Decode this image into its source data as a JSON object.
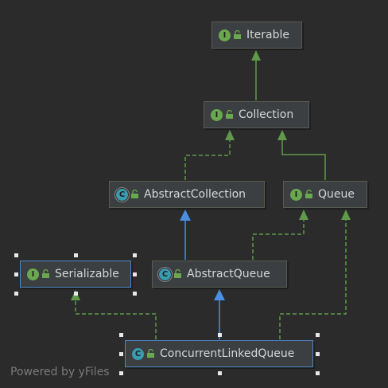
{
  "diagram": {
    "nodes": {
      "iterable": {
        "label": "Iterable",
        "badge": "I",
        "kind": "interface"
      },
      "collection": {
        "label": "Collection",
        "badge": "I",
        "kind": "interface"
      },
      "abstract_collection": {
        "label": "AbstractCollection",
        "badge": "C",
        "kind": "abstract-class"
      },
      "queue": {
        "label": "Queue",
        "badge": "I",
        "kind": "interface"
      },
      "serializable": {
        "label": "Serializable",
        "badge": "I",
        "kind": "interface"
      },
      "abstract_queue": {
        "label": "AbstractQueue",
        "badge": "C",
        "kind": "abstract-class"
      },
      "concurrent_linked_queue": {
        "label": "ConcurrentLinkedQueue",
        "badge": "C",
        "kind": "class"
      }
    },
    "edges": [
      {
        "from": "collection",
        "to": "iterable",
        "type": "extends"
      },
      {
        "from": "abstract_collection",
        "to": "collection",
        "type": "implements"
      },
      {
        "from": "queue",
        "to": "collection",
        "type": "extends"
      },
      {
        "from": "abstract_queue",
        "to": "abstract_collection",
        "type": "extends-class"
      },
      {
        "from": "abstract_queue",
        "to": "queue",
        "type": "implements"
      },
      {
        "from": "concurrent_linked_queue",
        "to": "abstract_queue",
        "type": "extends-class"
      },
      {
        "from": "concurrent_linked_queue",
        "to": "queue",
        "type": "implements"
      },
      {
        "from": "concurrent_linked_queue",
        "to": "serializable",
        "type": "implements"
      }
    ],
    "colors": {
      "interface_edge": "#5f9a4a",
      "class_edge": "#4a8fe0",
      "node_bg": "#3c3f41",
      "background": "#2b2b2b"
    }
  },
  "watermark": "Powered by yFiles"
}
